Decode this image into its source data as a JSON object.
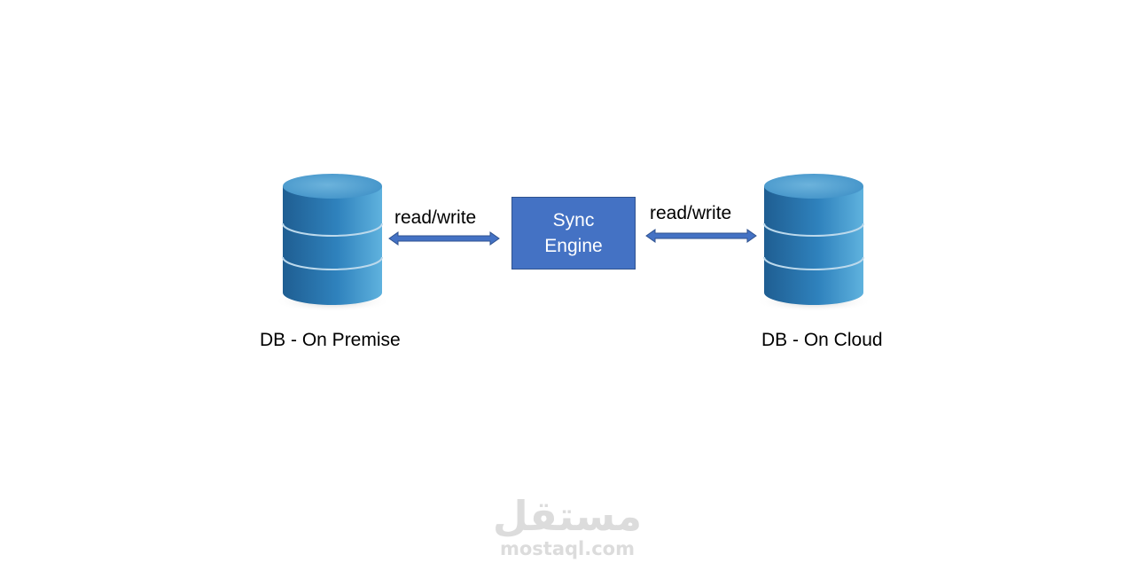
{
  "databases": {
    "left": {
      "label": "DB - On Premise",
      "icon": "database-icon"
    },
    "right": {
      "label": "DB - On Cloud",
      "icon": "database-icon"
    }
  },
  "connections": {
    "left": {
      "label": "read/write",
      "direction": "bidirectional"
    },
    "right": {
      "label": "read/write",
      "direction": "bidirectional"
    }
  },
  "sync_engine": {
    "line1": "Sync",
    "line2": "Engine",
    "fill_color": "#4472c4"
  },
  "colors": {
    "cylinder_top": "#5ba3d0",
    "cylinder_side": "#2f7fb8",
    "arrow": "#4472c4"
  },
  "watermark": {
    "logo": "مستقل",
    "domain": "mostaql.com"
  }
}
